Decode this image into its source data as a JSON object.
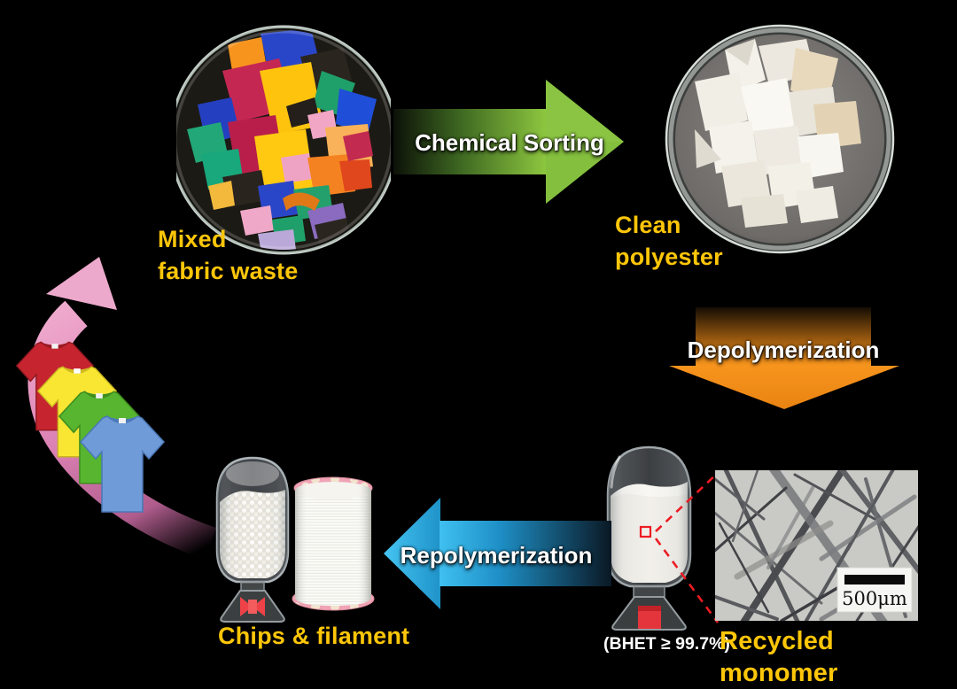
{
  "figure": {
    "background_color": "#000000",
    "label_color": "#fdc608",
    "labels": {
      "mixed_line1": "Mixed",
      "mixed_line2": "fabric waste",
      "clean_line1": "Clean",
      "clean_line2": "polyester",
      "chips": "Chips & filament",
      "monomer": "Recycled monomer",
      "bhet": "(BHET ≥ 99.7%)"
    },
    "arrows": {
      "chemical_sorting": {
        "label": "Chemical Sorting",
        "direction": "right",
        "color": "#8dc63f"
      },
      "depolymerization": {
        "label": "Depolymerization",
        "direction": "down",
        "color": "#f7941d"
      },
      "repolymerization": {
        "label": "Repolymerization",
        "direction": "left",
        "color": "#29abe2"
      },
      "recycle_loop": {
        "direction": "curved-up",
        "color": "#e59fc7"
      }
    },
    "microscopy": {
      "scale_label": "500μm",
      "annotation_color": "#ed1c24"
    }
  }
}
